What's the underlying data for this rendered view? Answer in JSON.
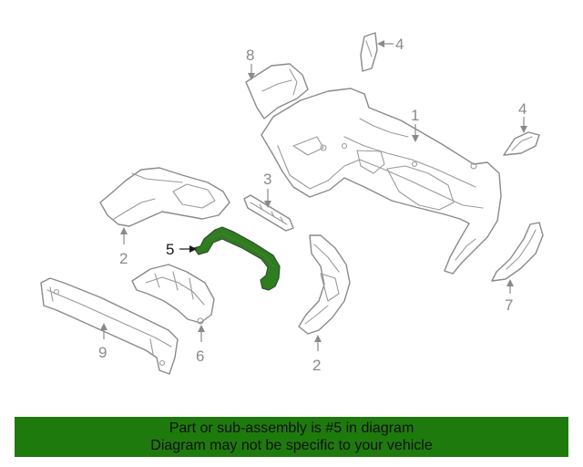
{
  "callouts": {
    "c1": "1",
    "c2a": "2",
    "c2b": "2",
    "c3": "3",
    "c4a": "4",
    "c4b": "4",
    "c5": "5",
    "c6": "6",
    "c7": "7",
    "c8": "8",
    "c9": "9"
  },
  "highlight_part": "5",
  "colors": {
    "banner_bg": "#1f7a0e",
    "highlight_fill": "#2e7d1e",
    "line_art": "#8a8a8a"
  },
  "banner": {
    "line1": "Part or sub-assembly is #5 in diagram",
    "line2": "Diagram may not be specific to your vehicle"
  }
}
